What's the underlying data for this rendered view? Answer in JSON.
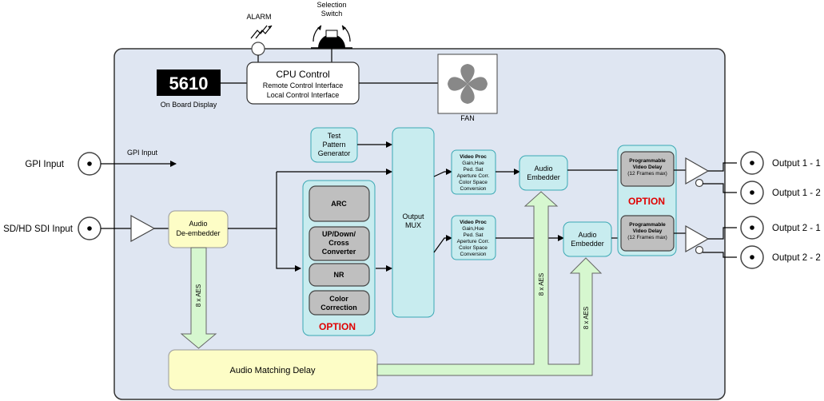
{
  "alarm": "ALARM",
  "selection_switch": [
    "Selection",
    "Switch"
  ],
  "display": {
    "value": "5610",
    "caption": "On Board Display"
  },
  "cpu": {
    "title": "CPU Control",
    "lines": [
      "Remote Control Interface",
      "Local Control Interface"
    ]
  },
  "fan": "FAN",
  "gpi": {
    "input": "GPI Input",
    "line_label": "GPI Input"
  },
  "sdi_input": "SD/HD SDI Input",
  "test_pattern": [
    "Test",
    "Pattern",
    "Generator"
  ],
  "de_embedder": [
    "Audio",
    "De-embedder"
  ],
  "aes_label": "8 x AES",
  "audio_matching_delay": "Audio Matching Delay",
  "processing": {
    "blocks": [
      [
        "ARC"
      ],
      [
        "UP/Down/",
        "Cross",
        "Converter"
      ],
      [
        "NR"
      ],
      [
        "Color",
        "Correction"
      ]
    ],
    "option": "OPTION"
  },
  "output_mux": [
    "Output",
    "MUX"
  ],
  "video_proc": {
    "title": "Video Proc",
    "lines": [
      "Gain,Hue",
      "Ped. Sat",
      "Aperture Corr.",
      "Color Space",
      "Conversion"
    ]
  },
  "audio_embedder": [
    "Audio",
    "Embedder"
  ],
  "delay": {
    "title": [
      "Programmable",
      "Video Delay"
    ],
    "note": "(12 Frames max)",
    "option": "OPTION"
  },
  "outputs": [
    "Output 1 - 1",
    "Output 1 - 2",
    "Output 2 - 1",
    "Output 2 - 2"
  ],
  "colors": {
    "card_fill": "#dfe6f2",
    "card_stroke": "#333333",
    "cyan_fill": "#c8ecef",
    "cyan_stroke": "#3aa8b4",
    "yellow_fill": "#fdfdc6",
    "green_fill": "#d6f7cf",
    "grey_fill": "#bfbfbf",
    "option_red": "#e00000"
  }
}
